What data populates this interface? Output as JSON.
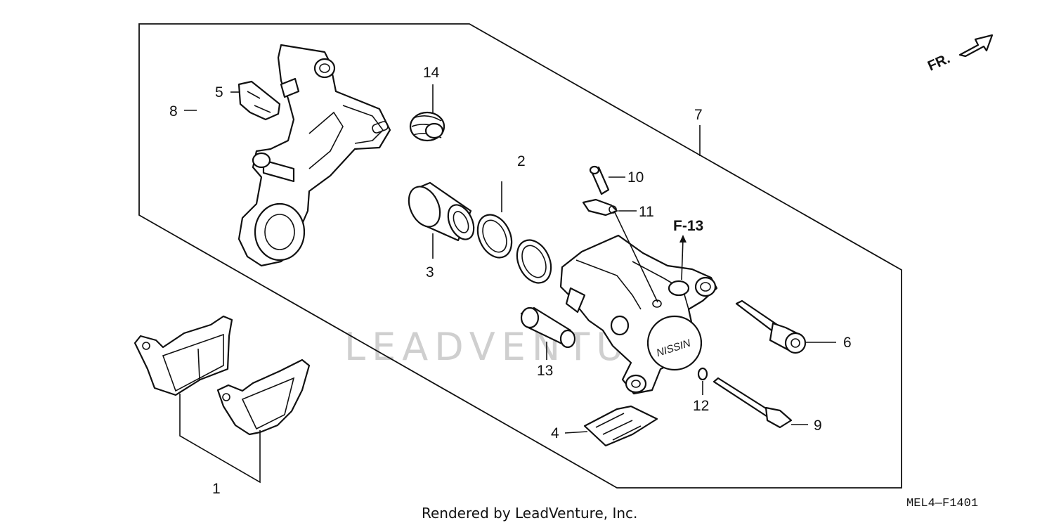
{
  "diagram": {
    "part_numbers": {
      "p1": "1",
      "p2": "2",
      "p3": "3",
      "p4": "4",
      "p5": "5",
      "p6": "6",
      "p7": "7",
      "p8": "8",
      "p9": "9",
      "p10": "10",
      "p11": "11",
      "p12": "12",
      "p13": "13",
      "p14": "14"
    },
    "reference": "F-13",
    "direction_label": "FR.",
    "caliper_brand": "NISSIN",
    "drawing_code": "MEL4—F1401",
    "watermark": "LEADVENTURE",
    "footer": "Rendered by LeadVenture, Inc."
  }
}
